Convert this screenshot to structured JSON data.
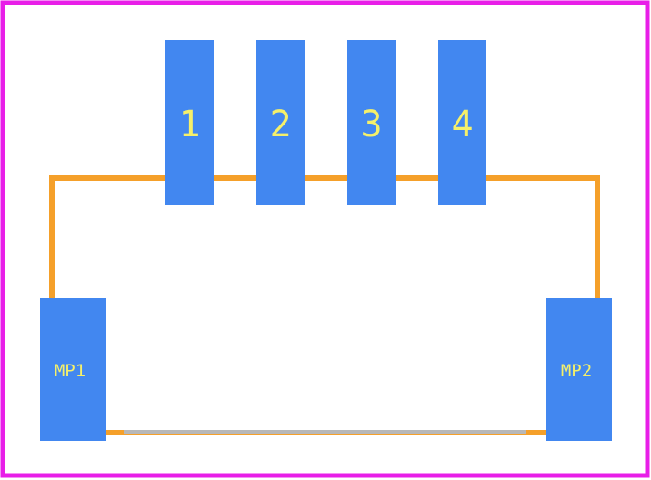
{
  "colors": {
    "background": "#ffffff",
    "board_outline": "#e81ee8",
    "silkscreen": "#f5a02a",
    "pad": "#4287f0",
    "pad_label": "#f5f06a",
    "body_edge": "#b8b8b8"
  },
  "pads": [
    {
      "id": "pad-1",
      "label": "1"
    },
    {
      "id": "pad-2",
      "label": "2"
    },
    {
      "id": "pad-3",
      "label": "3"
    },
    {
      "id": "pad-4",
      "label": "4"
    }
  ],
  "mounting_pads": [
    {
      "id": "pad-mp1",
      "label": "MP1"
    },
    {
      "id": "pad-mp2",
      "label": "MP2"
    }
  ]
}
